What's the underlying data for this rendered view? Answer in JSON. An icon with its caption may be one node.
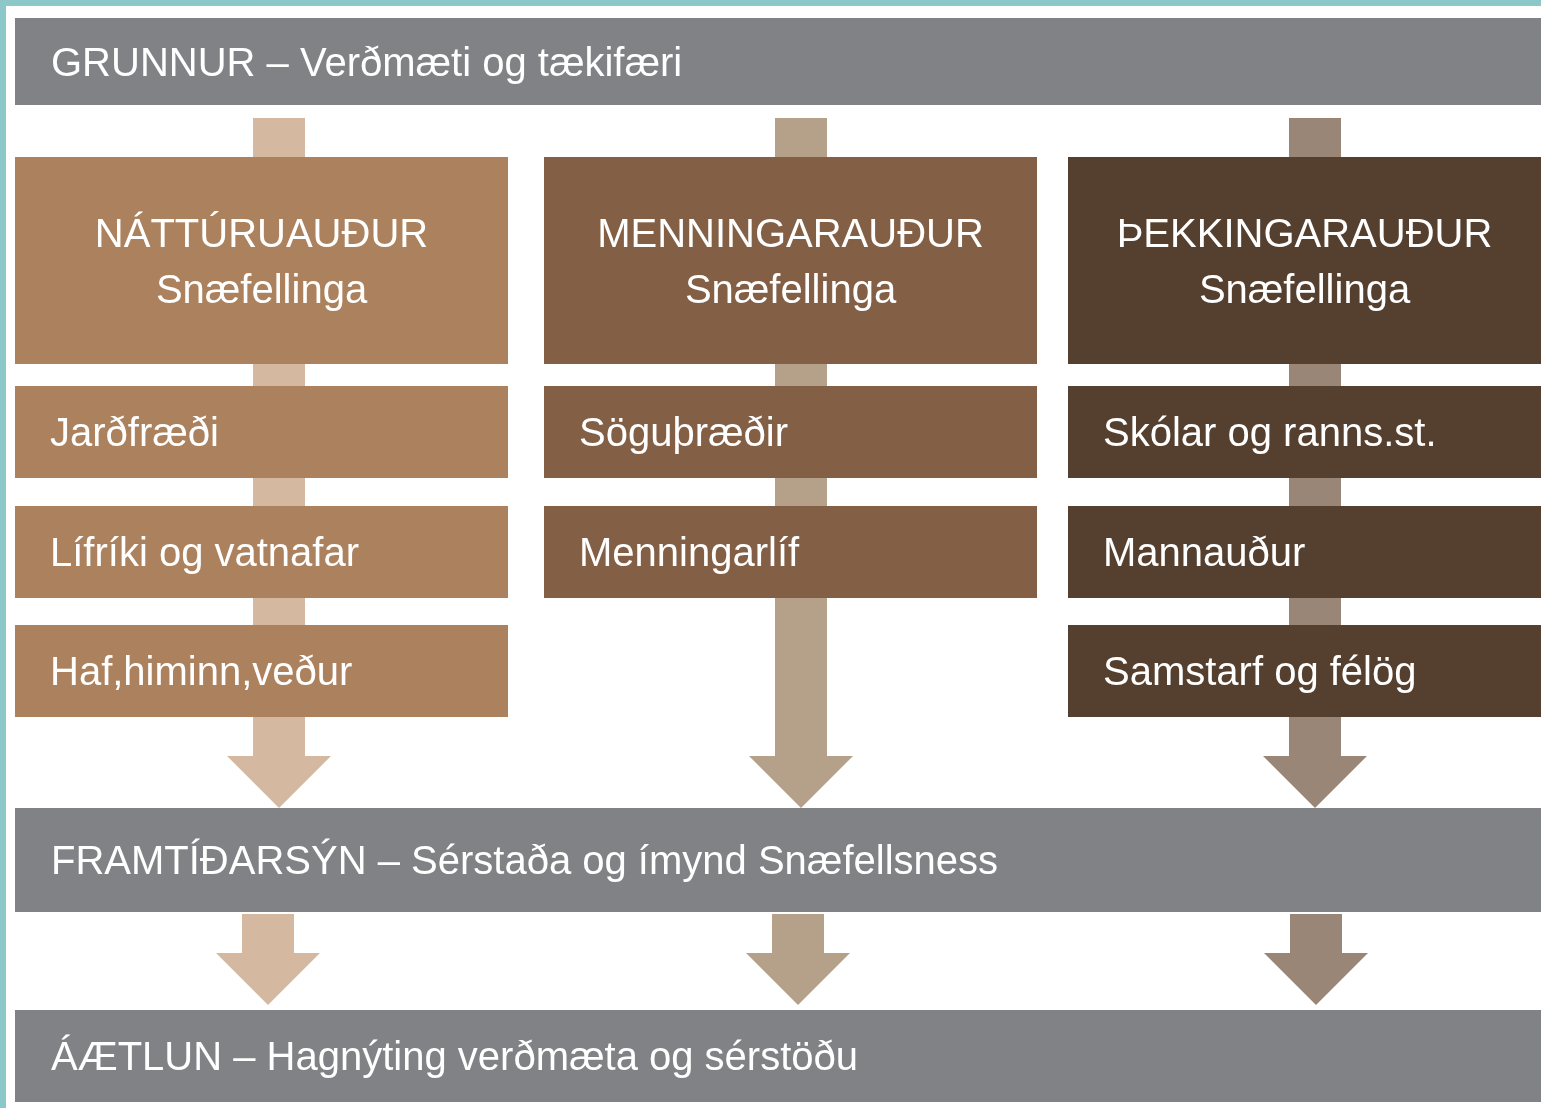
{
  "diagram": {
    "nodes": [
      {
        "text": [
          "GRUNNUR – Verðmæti og tækifæri"
        ]
      },
      {
        "text": [
          "NÁTTÚRUAUÐUR Snæfellinga"
        ]
      },
      {
        "text": [
          "MENNINGARAUÐUR Snæfellinga"
        ]
      },
      {
        "text": [
          "ÞEKKINGARAUÐUR Snæfellinga"
        ]
      },
      {
        "text": [
          "Jarðfræði"
        ]
      },
      {
        "text": [
          "Söguþræðir"
        ]
      },
      {
        "text": [
          "Skólar og ranns.st."
        ]
      },
      {
        "text": [
          "Lífríki og vatnafar"
        ]
      },
      {
        "text": [
          "Menningarlíf"
        ]
      },
      {
        "text": [
          "Mannauður"
        ]
      },
      {
        "text": [
          "Haf,himinn,veður"
        ]
      },
      {
        "text": [
          "Samstarf og félög"
        ]
      },
      {
        "text": [
          "FRAMTÍÐARSÝN – Sérstaða og ímynd Snæfellsness"
        ]
      },
      {
        "text": [
          "ÁÆTLUN – Hagnýting verðmæta og sérstöðu"
        ]
      }
    ],
    "edges": [
      {
        "from": 0,
        "to": 1,
        "arrow": "none",
        "color": "#d4b8a0"
      },
      {
        "from": 1,
        "to": 4,
        "arrow": "none",
        "color": "#d4b8a0"
      },
      {
        "from": 4,
        "to": 7,
        "arrow": "none",
        "color": "#d4b8a0"
      },
      {
        "from": 7,
        "to": 10,
        "arrow": "none",
        "color": "#d4b8a0"
      },
      {
        "from": 10,
        "to": 12,
        "arrow": "to",
        "color": "#d4b8a0"
      },
      {
        "from": 12,
        "to": 13,
        "arrow": "to",
        "color": "#d4b8a0"
      },
      {
        "from": 0,
        "to": 2,
        "arrow": "none",
        "color": "#b5a08a"
      },
      {
        "from": 2,
        "to": 5,
        "arrow": "none",
        "color": "#b5a08a"
      },
      {
        "from": 5,
        "to": 8,
        "arrow": "none",
        "color": "#b5a08a"
      },
      {
        "from": 8,
        "to": 12,
        "arrow": "to",
        "color": "#b5a08a"
      },
      {
        "from": 12,
        "to": 13,
        "arrow": "to",
        "color": "#b5a08a"
      },
      {
        "from": 0,
        "to": 3,
        "arrow": "none",
        "color": "#9a8677"
      },
      {
        "from": 3,
        "to": 6,
        "arrow": "none",
        "color": "#9a8677"
      },
      {
        "from": 6,
        "to": 9,
        "arrow": "none",
        "color": "#9a8677"
      },
      {
        "from": 9,
        "to": 11,
        "arrow": "none",
        "color": "#9a8677"
      },
      {
        "from": 11,
        "to": 12,
        "arrow": "to",
        "color": "#9a8677"
      },
      {
        "from": 12,
        "to": 13,
        "arrow": "to",
        "color": "#9a8677"
      }
    ]
  }
}
